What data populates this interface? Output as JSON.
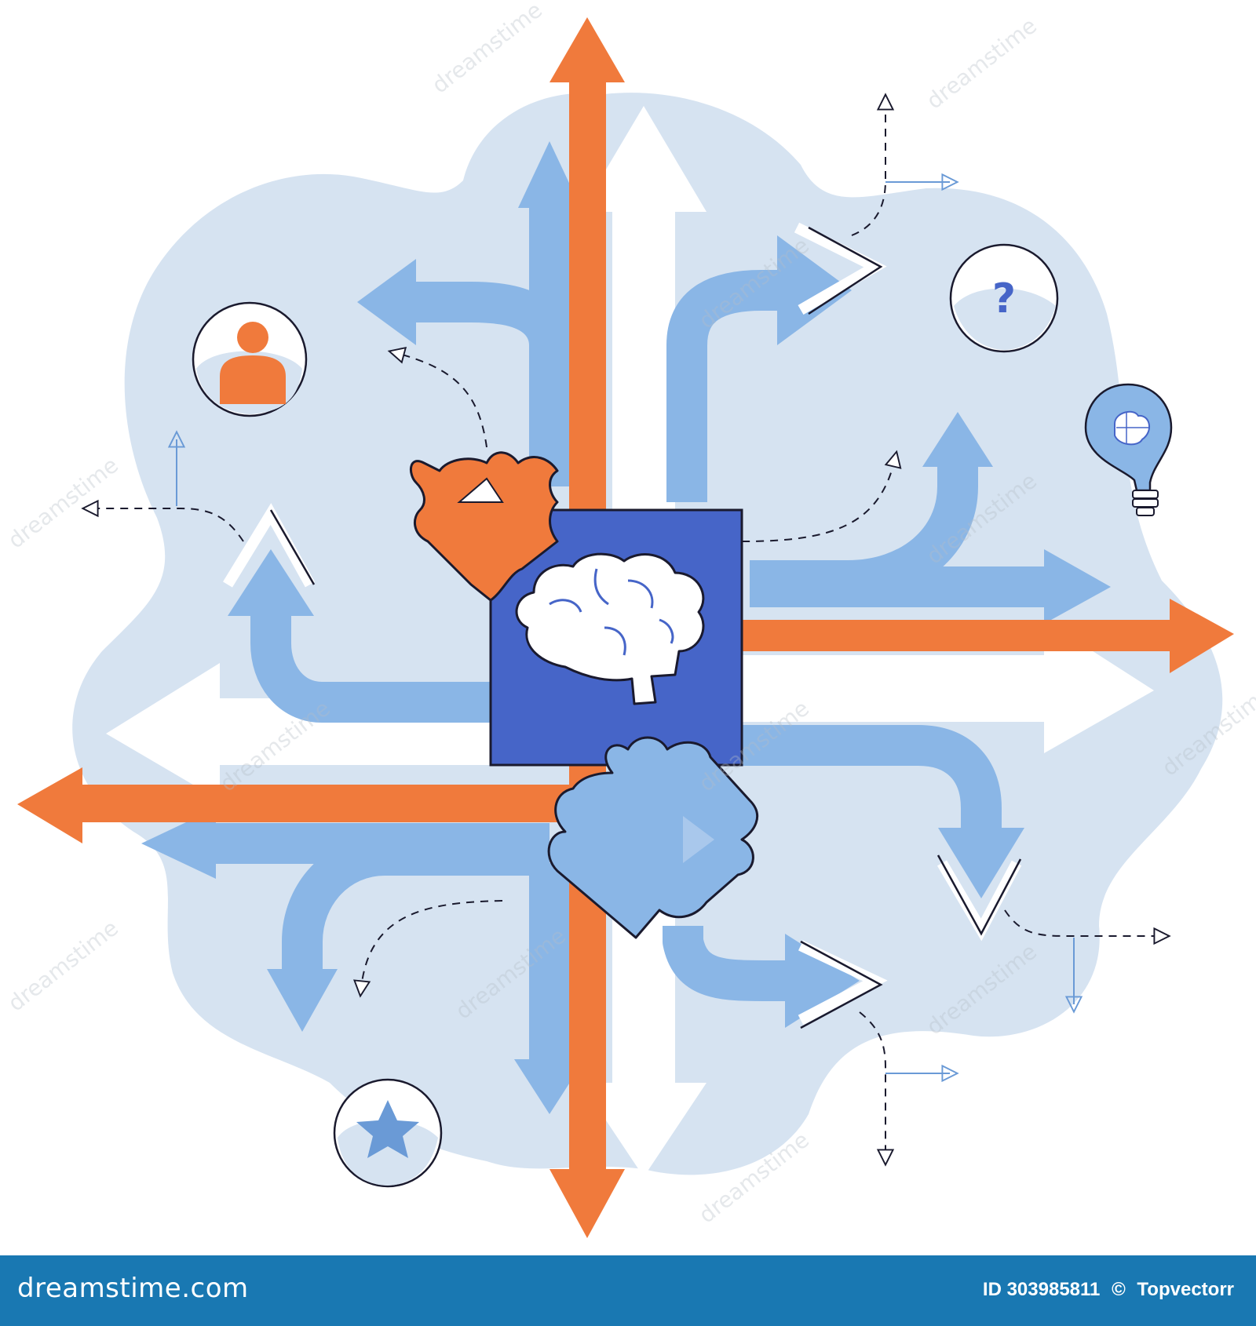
{
  "illustration": {
    "icons": [
      "user-icon",
      "question-icon",
      "lightbulb-brain-icon",
      "star-icon",
      "brain-icon",
      "puzzle-piece-icon"
    ],
    "colors": {
      "background_cloud": "#d6e3f1",
      "orange": "#f07a3c",
      "light_blue": "#8ab6e6",
      "royal_blue": "#4665c8",
      "outline": "#1a1a2e",
      "footer": "#1978b2"
    }
  },
  "watermark": {
    "text": "dreamstime"
  },
  "footer": {
    "brand": "dreamstime.com",
    "image_id": "ID 303985811",
    "copyright_symbol": "©",
    "author": "Topvectorr"
  }
}
